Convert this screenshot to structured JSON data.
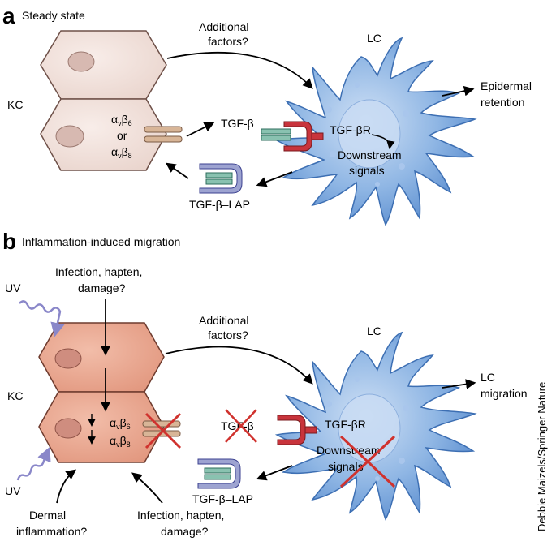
{
  "panel_a": {
    "letter": "a",
    "title": "Steady state",
    "kc_label": "KC",
    "lc_label": "LC",
    "integrin_b6": "αvβ6",
    "integrin_or": "or",
    "integrin_b8": "αvβ8",
    "tgfb": "TGF-β",
    "tgfbr": "TGF-βR",
    "downstream_1": "Downstream",
    "downstream_2": "signals",
    "tgfb_lap": "TGF-β–LAP",
    "additional_1": "Additional",
    "additional_2": "factors?",
    "outcome_1": "Epidermal",
    "outcome_2": "retention"
  },
  "panel_b": {
    "letter": "b",
    "title": "Inflammation-induced migration",
    "kc_label": "KC",
    "lc_label": "LC",
    "uv_top": "UV",
    "uv_bottom": "UV",
    "infection_top_1": "Infection, hapten,",
    "infection_top_2": "damage?",
    "infection_bottom_1": "Infection, hapten,",
    "infection_bottom_2": "damage?",
    "dermal_1": "Dermal",
    "dermal_2": "inflammation?",
    "tgfb": "TGF-β",
    "tgfbr": "TGF-βR",
    "downstream_1": "Downstream",
    "downstream_2": "signals",
    "tgfb_lap": "TGF-β–LAP",
    "additional_1": "Additional",
    "additional_2": "factors?",
    "outcome_1": "LC",
    "outcome_2": "migration"
  },
  "credit": "Debbie Maizels/Springer Nature",
  "colors": {
    "kc_steady": "#f2e2dc",
    "kc_inflamed": "#eba790",
    "nucleus_steady": "#d7b9b1",
    "nucleus_inflamed": "#cf8d7f",
    "lc_cell": "#7ca9de",
    "integrin": "#d8b597",
    "receptor": "#c8343c",
    "tgfb": "#89c2b0",
    "lap": "#9da3d1",
    "uv": "#8a87c9",
    "cross": "#d0322e"
  }
}
